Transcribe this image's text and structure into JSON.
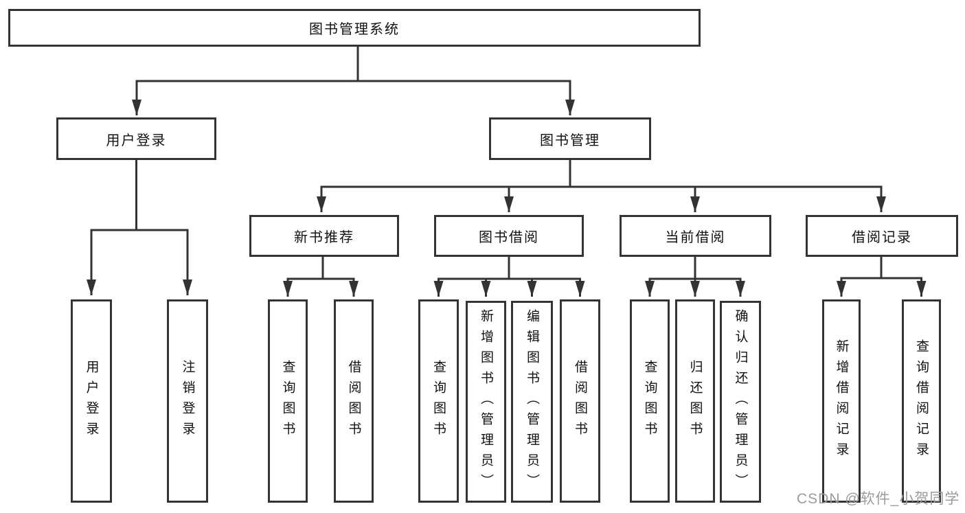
{
  "diagram": {
    "root": {
      "label": "图书管理系统"
    },
    "level2": [
      {
        "label": "用户登录",
        "leaves": [
          {
            "label": "用户登录"
          },
          {
            "label": "注销登录"
          }
        ]
      },
      {
        "label": "图书管理",
        "sections": [
          {
            "label": "新书推荐",
            "leaves": [
              {
                "label": "查询图书"
              },
              {
                "label": "借阅图书"
              }
            ]
          },
          {
            "label": "图书借阅",
            "leaves": [
              {
                "label": "查询图书"
              },
              {
                "label": "新增图书（管理员）"
              },
              {
                "label": "编辑图书（管理员）"
              },
              {
                "label": "借阅图书"
              }
            ]
          },
          {
            "label": "当前借阅",
            "leaves": [
              {
                "label": "查询图书"
              },
              {
                "label": "归还图书"
              },
              {
                "label": "确认归还（管理员）"
              }
            ]
          },
          {
            "label": "借阅记录",
            "leaves": [
              {
                "label": "新增借阅记录"
              },
              {
                "label": "查询借阅记录"
              }
            ]
          }
        ]
      }
    ]
  },
  "watermark": {
    "text": "CSDN @软件_小贺同学"
  },
  "colors": {
    "line": "#333333",
    "text": "#111111",
    "watermark": "#9b9b9b",
    "background": "#ffffff"
  }
}
